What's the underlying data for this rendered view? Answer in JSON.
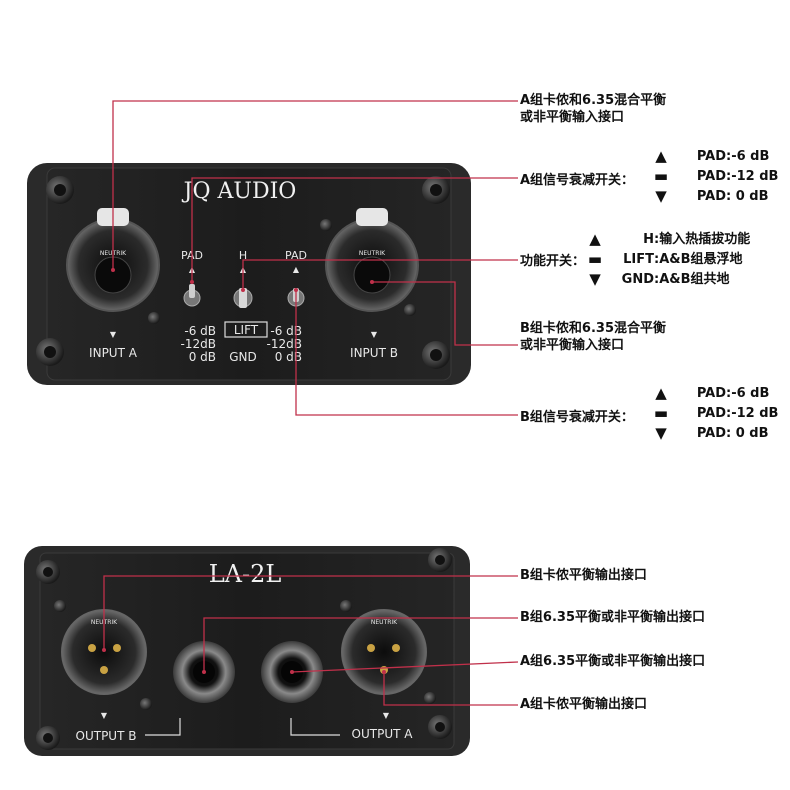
{
  "device_top": {
    "brand": "JQ AUDIO",
    "pad_label_left": "PAD",
    "h_label": "H",
    "pad_label_right": "PAD",
    "pad_values": [
      "-6 dB",
      "-12dB",
      "0 dB"
    ],
    "lift_label": "LIFT",
    "gnd_label": "GND",
    "input_a": "INPUT A",
    "input_b": "INPUT B",
    "connector_brand": "NEUTRIK"
  },
  "device_bottom": {
    "model": "LA-2L",
    "output_b": "OUTPUT B",
    "output_a": "OUTPUT A",
    "connector_brand": "NEUTRIK"
  },
  "annotations": {
    "input_a": [
      "A组卡侬和6.35混合平衡",
      "或非平衡输入接口"
    ],
    "pad_a": {
      "title": "A组信号衰减开关：",
      "rows": [
        {
          "symbol": "▲",
          "key": "PAD",
          "value": ":-6 dB"
        },
        {
          "symbol": "▬",
          "key": "PAD",
          "value": ":-12 dB"
        },
        {
          "symbol": "▼",
          "key": "PAD",
          "value": ":  0 dB"
        }
      ]
    },
    "function_switch": {
      "title": "功能开关：",
      "rows": [
        {
          "symbol": "▲",
          "key": "H",
          "value": ":输入热插拔功能"
        },
        {
          "symbol": "▬",
          "key": "LIFT",
          "value": ":A&B组悬浮地"
        },
        {
          "symbol": "▼",
          "key": "GND",
          "value": ":A&B组共地"
        }
      ]
    },
    "input_b": [
      "B组卡侬和6.35混合平衡",
      "或非平衡输入接口"
    ],
    "pad_b": {
      "title": "B组信号衰减开关：",
      "rows": [
        {
          "symbol": "▲",
          "key": "PAD",
          "value": ":-6 dB"
        },
        {
          "symbol": "▬",
          "key": "PAD",
          "value": ":-12 dB"
        },
        {
          "symbol": "▼",
          "key": "PAD",
          "value": ":  0 dB"
        }
      ]
    },
    "out_b_xlr": "B组卡侬平衡输出接口",
    "out_b_jack": "B组6.35平衡或非平衡输出接口",
    "out_a_jack": "A组6.35平衡或非平衡输出接口",
    "out_a_xlr": "A组卡侬平衡输出接口"
  },
  "colors": {
    "leader_line": "#c0304a",
    "panel": "#1f1f1f",
    "panel_text": "#e8e8e8"
  }
}
